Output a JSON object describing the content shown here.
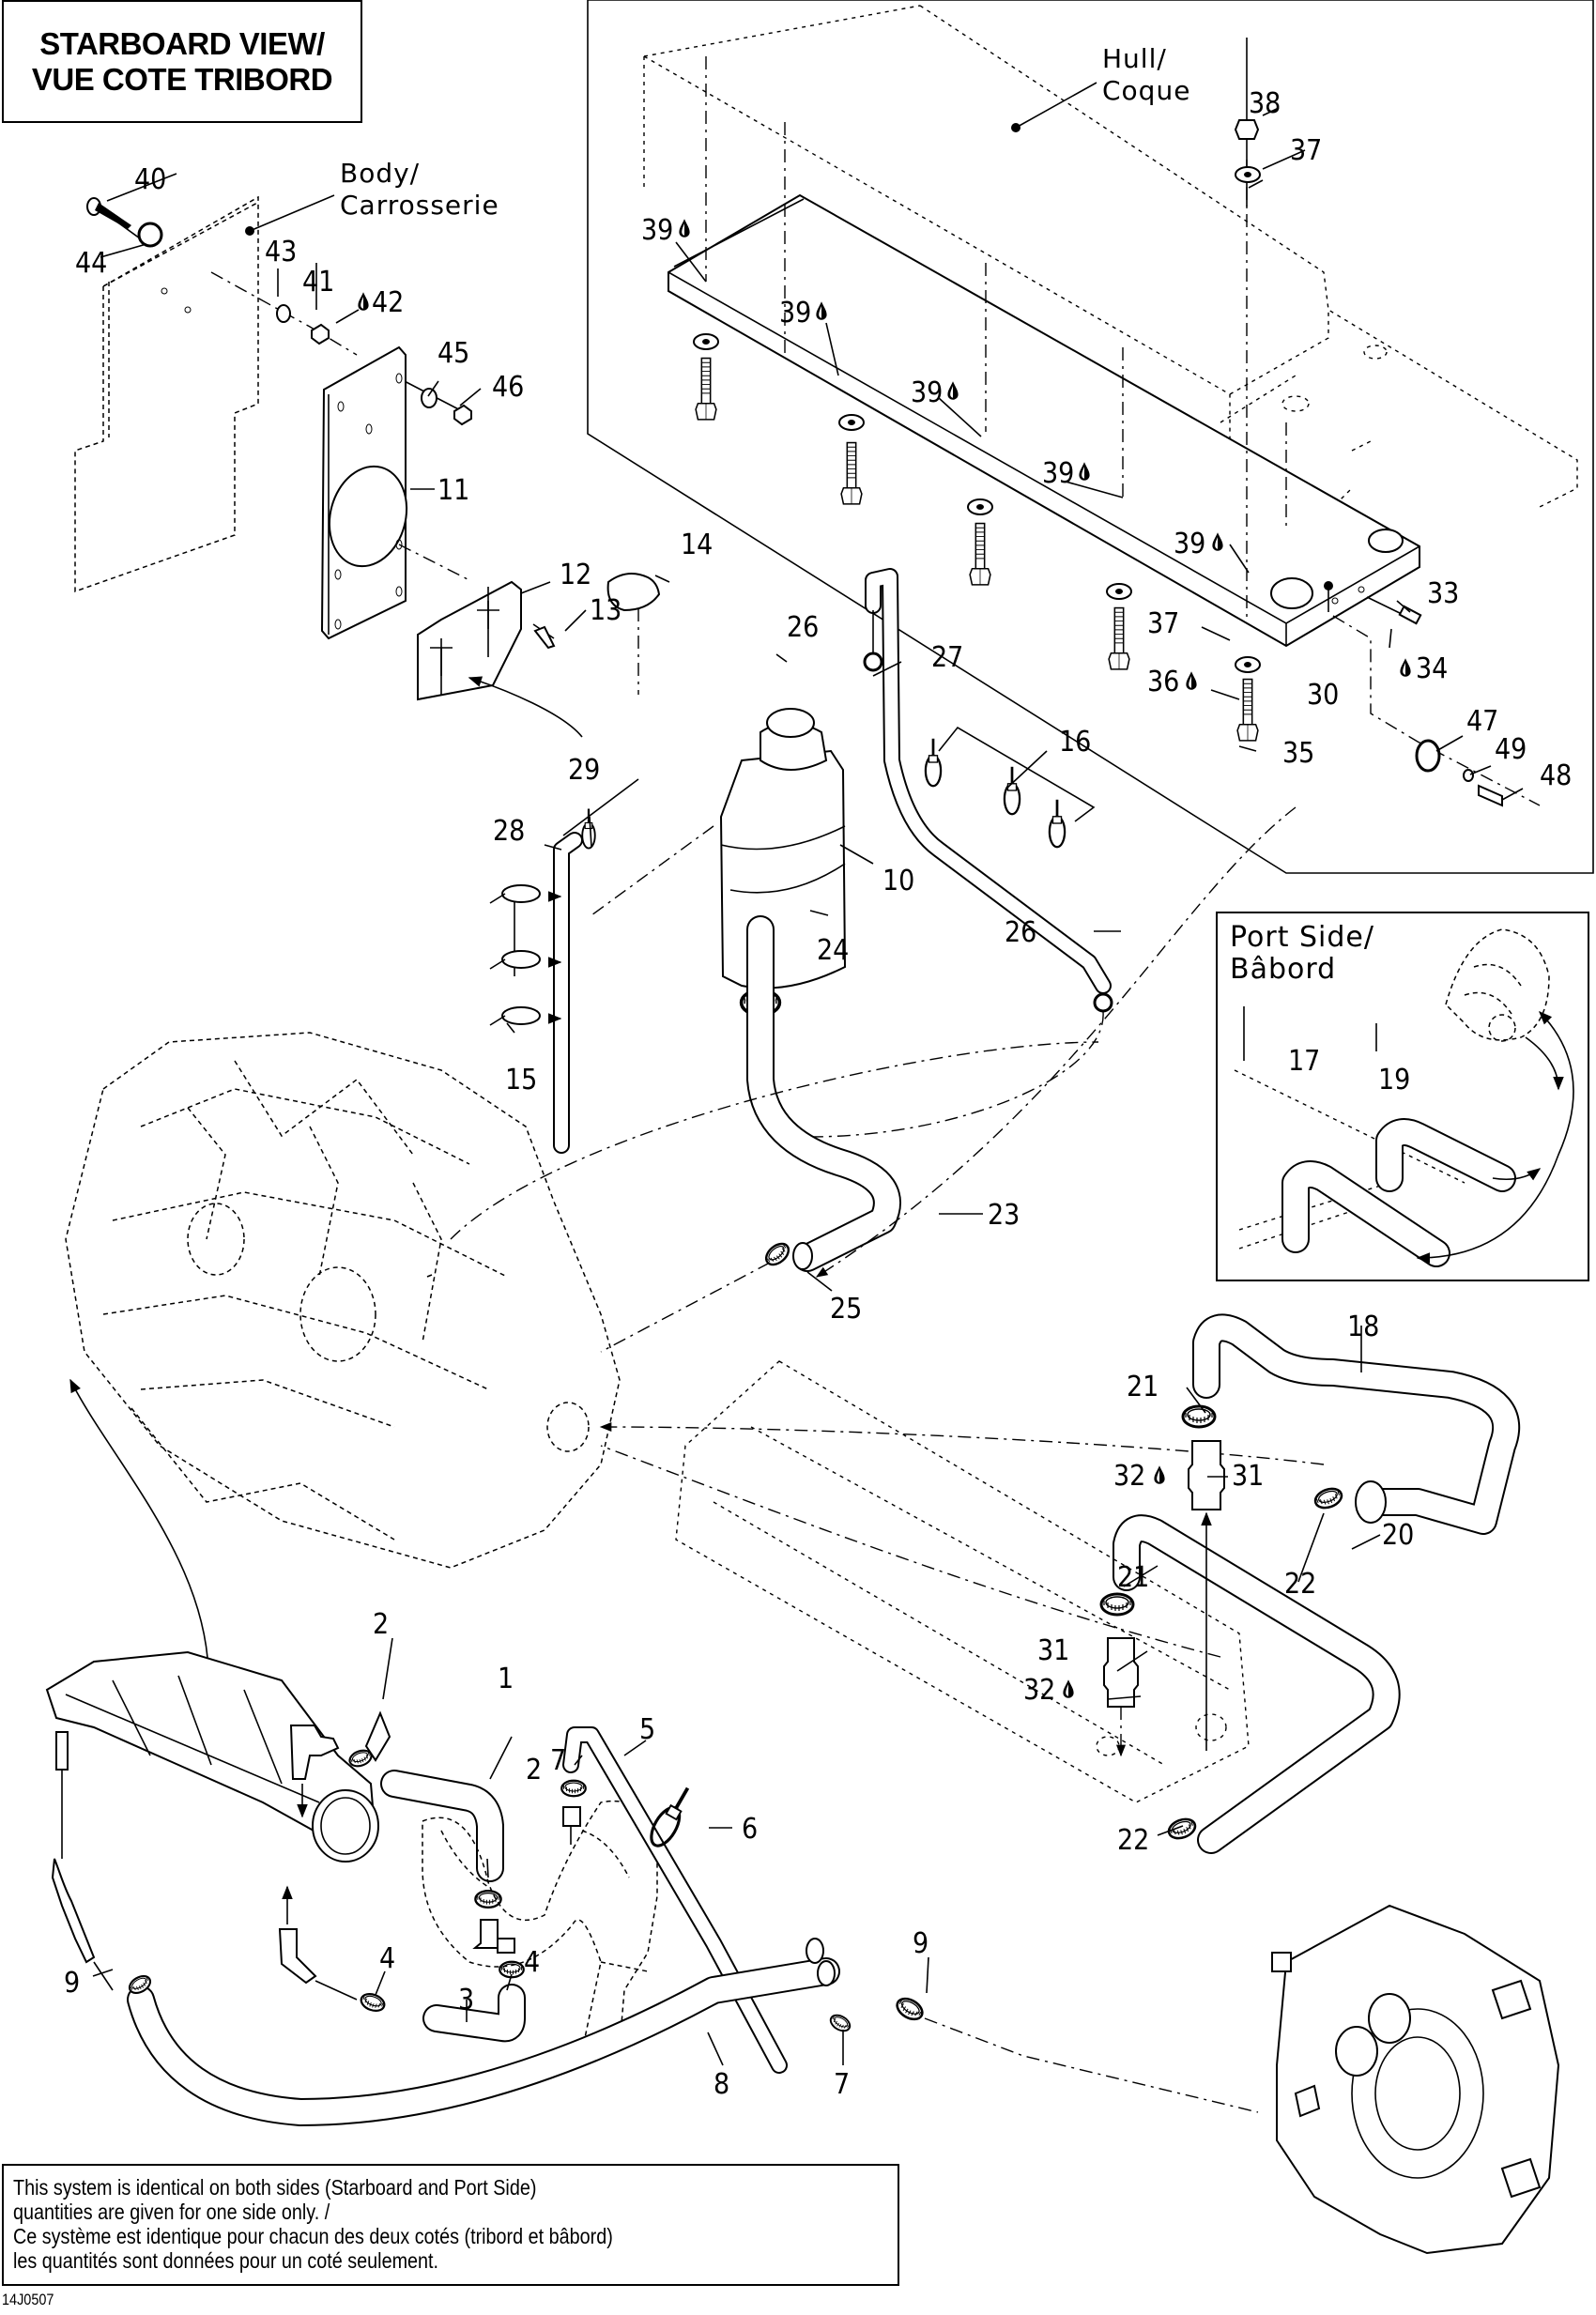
{
  "title": {
    "line1": "STARBOARD VIEW/",
    "line2": "VUE COTE TRIBORD"
  },
  "reference_labels": {
    "hull": {
      "en": "Hull/",
      "fr": "Coque"
    },
    "body": {
      "en": "Body/",
      "fr": "Carrosserie"
    },
    "port_side": {
      "en": "Port Side/",
      "fr": "Bâbord"
    }
  },
  "callouts": [
    {
      "id": "c1",
      "label": "1"
    },
    {
      "id": "c2a",
      "label": "2"
    },
    {
      "id": "c2b",
      "label": "2"
    },
    {
      "id": "c3",
      "label": "3"
    },
    {
      "id": "c4a",
      "label": "4"
    },
    {
      "id": "c4b",
      "label": "4"
    },
    {
      "id": "c5",
      "label": "5"
    },
    {
      "id": "c6",
      "label": "6"
    },
    {
      "id": "c7a",
      "label": "7"
    },
    {
      "id": "c7b",
      "label": "7"
    },
    {
      "id": "c8",
      "label": "8"
    },
    {
      "id": "c9a",
      "label": "9"
    },
    {
      "id": "c9b",
      "label": "9"
    },
    {
      "id": "c10",
      "label": "10"
    },
    {
      "id": "c11",
      "label": "11"
    },
    {
      "id": "c12",
      "label": "12"
    },
    {
      "id": "c13",
      "label": "13"
    },
    {
      "id": "c14",
      "label": "14"
    },
    {
      "id": "c15",
      "label": "15"
    },
    {
      "id": "c16",
      "label": "16"
    },
    {
      "id": "c17",
      "label": "17"
    },
    {
      "id": "c18",
      "label": "18"
    },
    {
      "id": "c19",
      "label": "19"
    },
    {
      "id": "c20",
      "label": "20"
    },
    {
      "id": "c21a",
      "label": "21"
    },
    {
      "id": "c21b",
      "label": "21"
    },
    {
      "id": "c22a",
      "label": "22"
    },
    {
      "id": "c22b",
      "label": "22"
    },
    {
      "id": "c23",
      "label": "23"
    },
    {
      "id": "c24",
      "label": "24"
    },
    {
      "id": "c25",
      "label": "25"
    },
    {
      "id": "c26a",
      "label": "26"
    },
    {
      "id": "c26b",
      "label": "26"
    },
    {
      "id": "c27",
      "label": "27"
    },
    {
      "id": "c28",
      "label": "28"
    },
    {
      "id": "c29",
      "label": "29"
    },
    {
      "id": "c30",
      "label": "30"
    },
    {
      "id": "c31a",
      "label": "31"
    },
    {
      "id": "c31b",
      "label": "31"
    },
    {
      "id": "c32a",
      "label": "32",
      "adhesive": true
    },
    {
      "id": "c32b",
      "label": "32",
      "adhesive": true
    },
    {
      "id": "c33",
      "label": "33"
    },
    {
      "id": "c34",
      "label": "34",
      "adhesive": true
    },
    {
      "id": "c35",
      "label": "35"
    },
    {
      "id": "c36",
      "label": "36",
      "adhesive": true
    },
    {
      "id": "c37a",
      "label": "37"
    },
    {
      "id": "c37b",
      "label": "37"
    },
    {
      "id": "c38",
      "label": "38"
    },
    {
      "id": "c39a",
      "label": "39",
      "adhesive": true
    },
    {
      "id": "c39b",
      "label": "39",
      "adhesive": true
    },
    {
      "id": "c39c",
      "label": "39",
      "adhesive": true
    },
    {
      "id": "c39d",
      "label": "39",
      "adhesive": true
    },
    {
      "id": "c39e",
      "label": "39",
      "adhesive": true
    },
    {
      "id": "c40",
      "label": "40"
    },
    {
      "id": "c41",
      "label": "41"
    },
    {
      "id": "c42",
      "label": "42",
      "adhesive": true
    },
    {
      "id": "c43",
      "label": "43"
    },
    {
      "id": "c44",
      "label": "44"
    },
    {
      "id": "c45",
      "label": "45"
    },
    {
      "id": "c46",
      "label": "46"
    },
    {
      "id": "c47",
      "label": "47"
    },
    {
      "id": "c48",
      "label": "48"
    },
    {
      "id": "c49",
      "label": "49"
    }
  ],
  "icons": {
    "adhesive": "drop-icon"
  },
  "note": {
    "lines": [
      "This system is identical on both sides (Starboard and Port Side)",
      "quantities are given for one side only. /",
      "Ce système est identique pour chacun des deux cotés (tribord et bâbord)",
      "les quantités sont données pour un coté seulement."
    ]
  },
  "figure_code": "14J0507"
}
